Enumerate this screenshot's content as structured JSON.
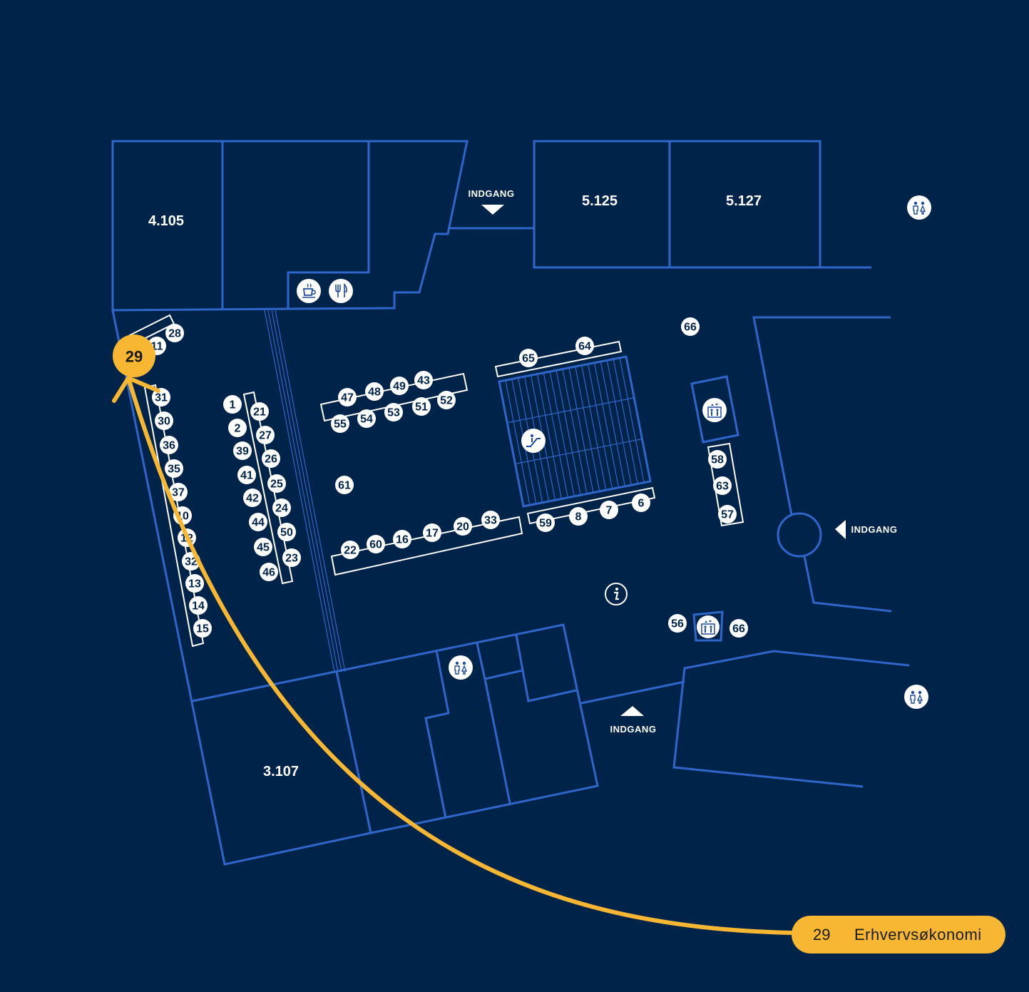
{
  "colors": {
    "background": "#00234a",
    "walls": "#2f66c9",
    "highlight": "#f7b733",
    "marker_text": "#00234a"
  },
  "rooms": [
    "4.105",
    "5.125",
    "5.127",
    "3.107"
  ],
  "entrances": {
    "top": "INDGANG",
    "right": "INDGANG",
    "bottom": "INDGANG"
  },
  "booths": [
    "1",
    "2",
    "6",
    "7",
    "8",
    "10",
    "11",
    "12",
    "13",
    "14",
    "15",
    "16",
    "17",
    "20",
    "21",
    "22",
    "23",
    "24",
    "25",
    "26",
    "27",
    "28",
    "30",
    "31",
    "32",
    "33",
    "35",
    "36",
    "37",
    "39",
    "41",
    "42",
    "43",
    "44",
    "45",
    "46",
    "47",
    "48",
    "49",
    "50",
    "51",
    "52",
    "53",
    "54",
    "55",
    "56",
    "57",
    "58",
    "59",
    "60",
    "61",
    "63",
    "64",
    "65",
    "66"
  ],
  "amenities": [
    "coffee-icon",
    "restaurant-icon",
    "toilet-icon",
    "elevator-icon",
    "escalator-icon",
    "info-icon"
  ],
  "highlight": {
    "booth": "29",
    "label": "Erhvervsøkonomi"
  }
}
